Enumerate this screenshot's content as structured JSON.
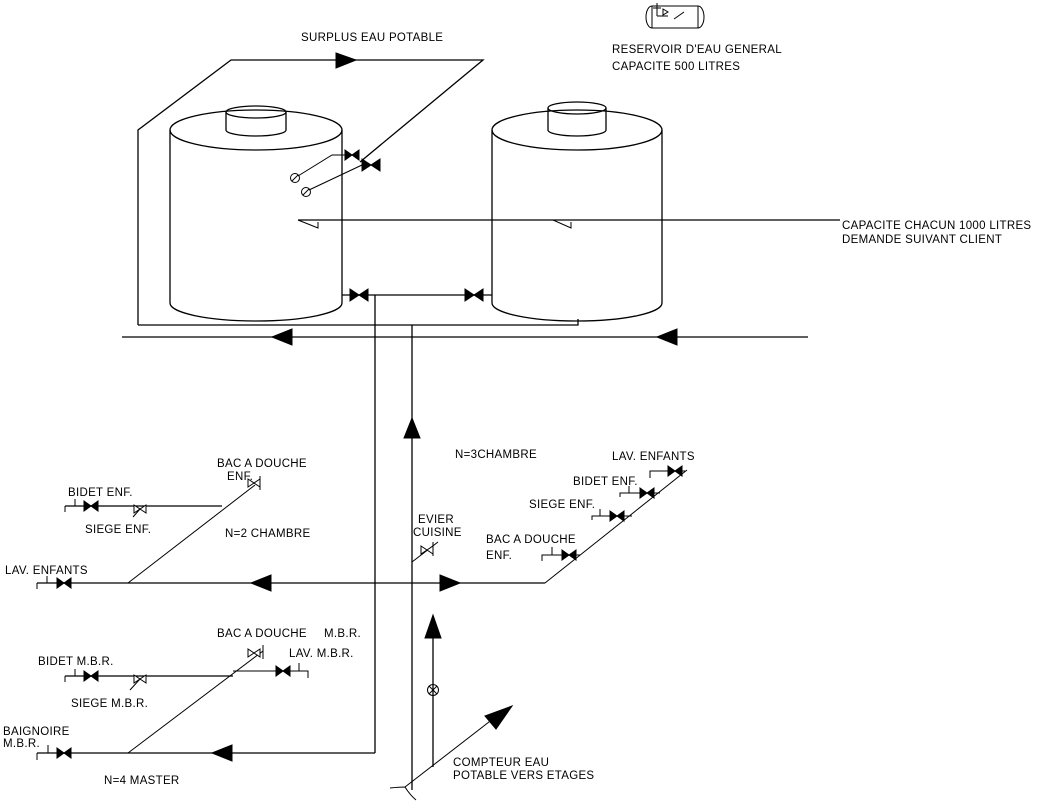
{
  "diagram": {
    "title": "Schéma de distribution d'eau potable",
    "colors": {
      "line": "#000000",
      "background": "#ffffff"
    },
    "labels": {
      "surplus": "SURPLUS EAU POTABLE",
      "reservoir_general_1": "RESERVOIR D'EAU GENERAL",
      "reservoir_general_2": "CAPACITE 500 LITRES",
      "capacity_1": "CAPACITE CHACUN 1000 LITRES",
      "capacity_2": "DEMANDE SUIVANT CLIENT",
      "n3": "N=3CHAMBRE",
      "n2": "N=2 CHAMBRE",
      "n4": "N=4 MASTER",
      "compteur_1": "COMPTEUR EAU",
      "compteur_2": "POTABLE VERS ETAGES",
      "evier_1": "EVIER",
      "evier_2": "CUISINE"
    },
    "floor_n2": {
      "bac_douche_1": "BAC A DOUCHE",
      "bac_douche_2": "ENF.",
      "bidet": "BIDET ENF.",
      "siege": "SIEGE ENF.",
      "lav": "LAV. ENFANTS"
    },
    "floor_n3": {
      "lav": "LAV. ENFANTS",
      "bidet": "BIDET ENF.",
      "siege": "SIEGE ENF.",
      "bac_douche_1": "BAC A DOUCHE",
      "bac_douche_2": "ENF."
    },
    "floor_n4": {
      "bac_douche": "BAC A DOUCHE",
      "bac_douche_mbr": "M.B.R.",
      "lav": "LAV. M.B.R.",
      "bidet": "BIDET M.B.R.",
      "siege": "SIEGE M.B.R.",
      "baignoire_1": "BAIGNOIRE",
      "baignoire_2": "M.B.R."
    },
    "symbols": [
      "tank-icon",
      "valve-icon",
      "check-valve-icon",
      "flow-arrow-icon",
      "water-meter-icon",
      "float-valve-icon",
      "reservoir-icon"
    ]
  }
}
